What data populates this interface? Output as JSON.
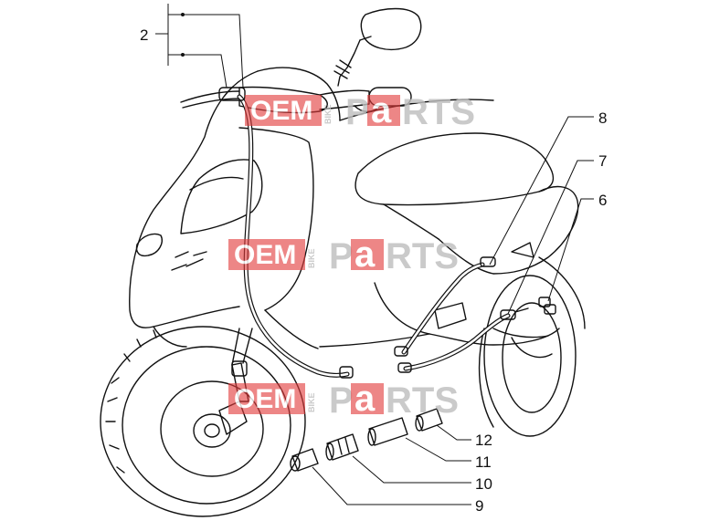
{
  "diagram": {
    "callouts": [
      {
        "id": "c2",
        "label": "2"
      },
      {
        "id": "c8",
        "label": "8"
      },
      {
        "id": "c7",
        "label": "7"
      },
      {
        "id": "c6",
        "label": "6"
      },
      {
        "id": "c12",
        "label": "12"
      },
      {
        "id": "c11",
        "label": "11"
      },
      {
        "id": "c10",
        "label": "10"
      },
      {
        "id": "c9",
        "label": "9"
      }
    ]
  },
  "watermark": {
    "oem": "OEM",
    "bike": "BIKE",
    "p": "P",
    "a": "a",
    "rts": "RTS"
  },
  "colors": {
    "line": "#111111",
    "watermark_red": "#e23b3b",
    "watermark_gray": "#bfbfbf",
    "background": "#ffffff"
  }
}
